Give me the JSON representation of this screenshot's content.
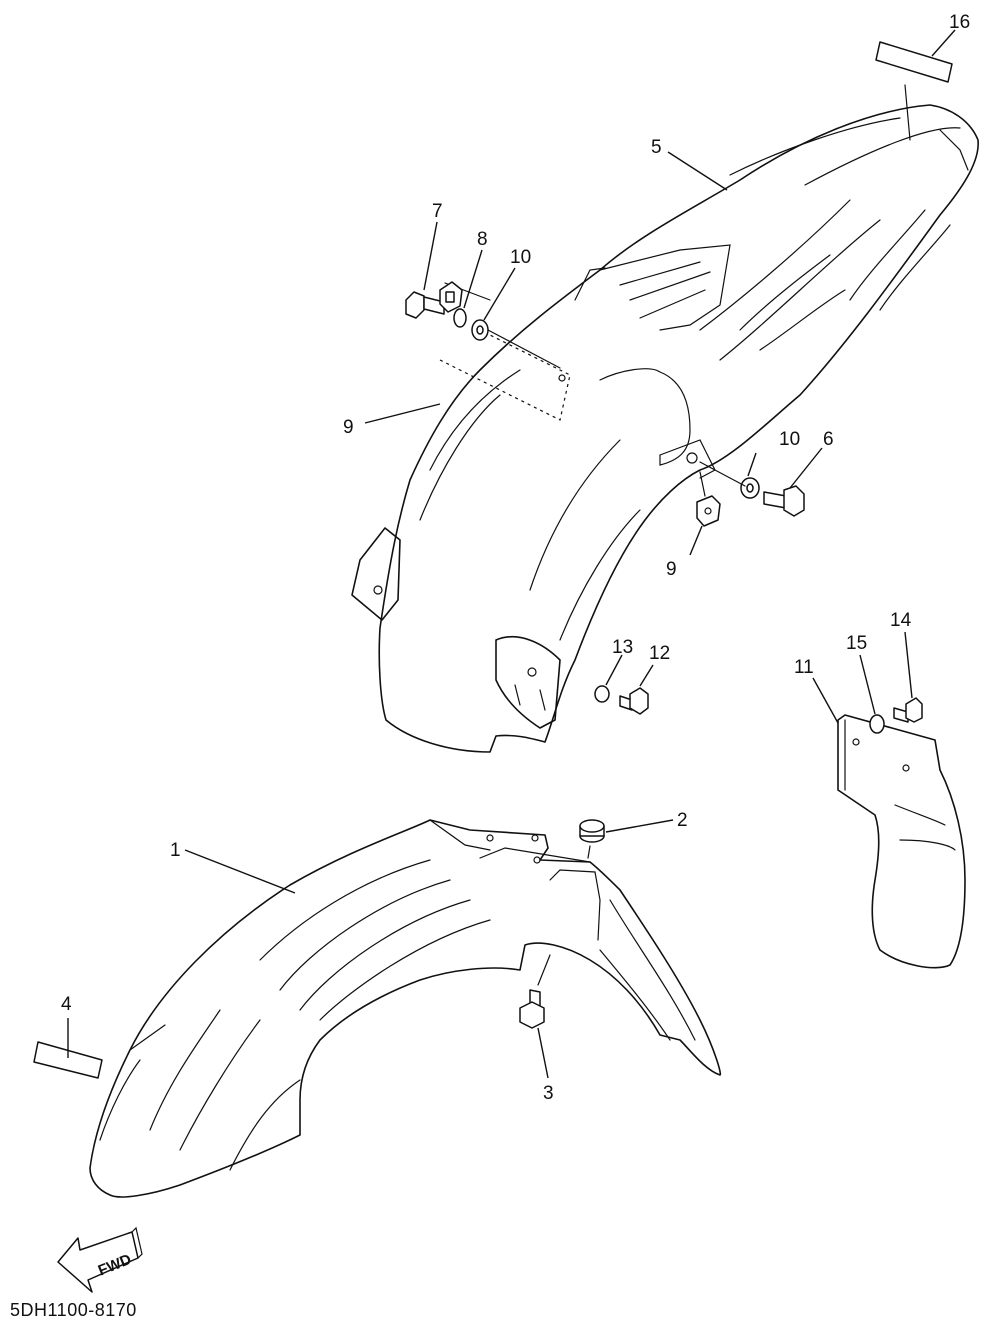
{
  "callouts": {
    "c1": "1",
    "c2": "2",
    "c3": "3",
    "c4": "4",
    "c5": "5",
    "c6": "6",
    "c7": "7",
    "c8": "8",
    "c9a": "9",
    "c9b": "9",
    "c10a": "10",
    "c10b": "10",
    "c11": "11",
    "c12": "12",
    "c13": "13",
    "c14": "14",
    "c15": "15",
    "c16": "16"
  },
  "fwd_label": "FWD",
  "diagram_code": "5DH1100-8170",
  "icons": {
    "fwd": "forward-direction-arrow-icon"
  }
}
